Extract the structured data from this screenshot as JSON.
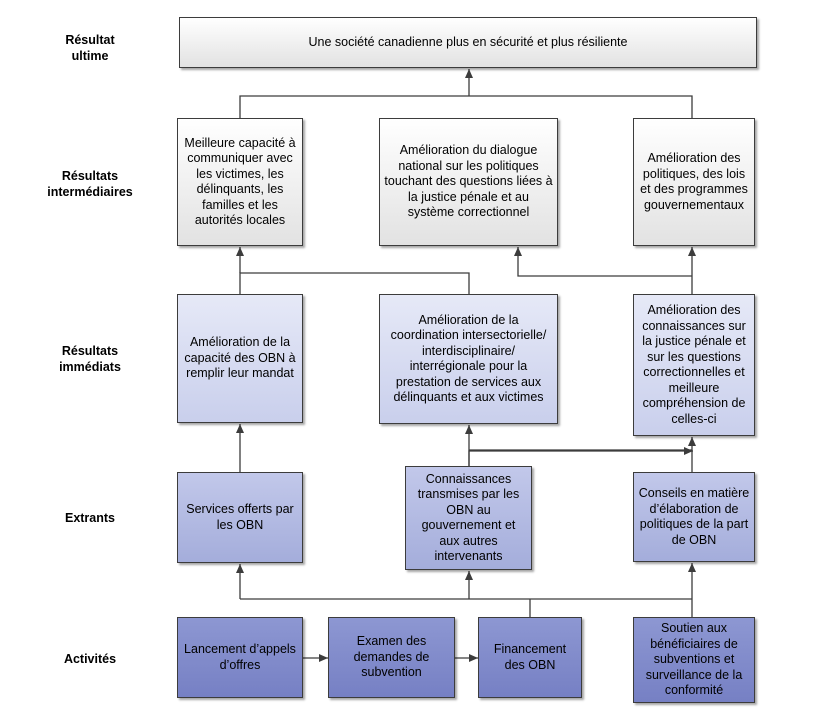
{
  "levels": {
    "ultimate": "Résultat\nultime",
    "intermediate": "Résultats\nintermédiaires",
    "immediate": "Résultats\nimmédiats",
    "outputs": "Extrants",
    "activities": "Activités"
  },
  "boxes": {
    "ultimate": "Une société canadienne plus en sécurité et plus résiliente",
    "int_1": "Meilleure capacité à communiquer avec les victimes, les délinquants, les familles et les autorités locales",
    "int_2": "Amélioration du dialogue national sur les politiques touchant des questions liées à la justice pénale et au système correctionnel",
    "int_3": "Amélioration des politiques, des lois et des programmes gouvernementaux",
    "imm_1": "Amélioration de la capacité des OBN à remplir leur mandat",
    "imm_2": "Amélioration de la coordination intersectorielle/ interdisciplinaire/ interrégionale pour la prestation de services aux délinquants et aux victimes",
    "imm_3": "Amélioration des connaissances sur la justice pénale et sur les questions correctionnelles et meilleure compréhension de celles-ci",
    "out_1": "Services offerts par les OBN",
    "out_2": "Connaissances transmises par les OBN au gouvernement et aux autres intervenants",
    "out_3": "Conseils en matière d’élaboration de politiques de la part de OBN",
    "act_1": "Lancement d’appels d’offres",
    "act_2": "Examen des demandes de subvention",
    "act_3": "Financement des OBN",
    "act_4": "Soutien aux bénéficiaires de subventions et surveillance de la conformité"
  },
  "colors": {
    "line": "#3c3c3c",
    "gray_box": "#e8e8e8",
    "light_box": "#d4d9f0",
    "mid_box": "#aeb6e0",
    "dark_box": "#7f89c9"
  }
}
